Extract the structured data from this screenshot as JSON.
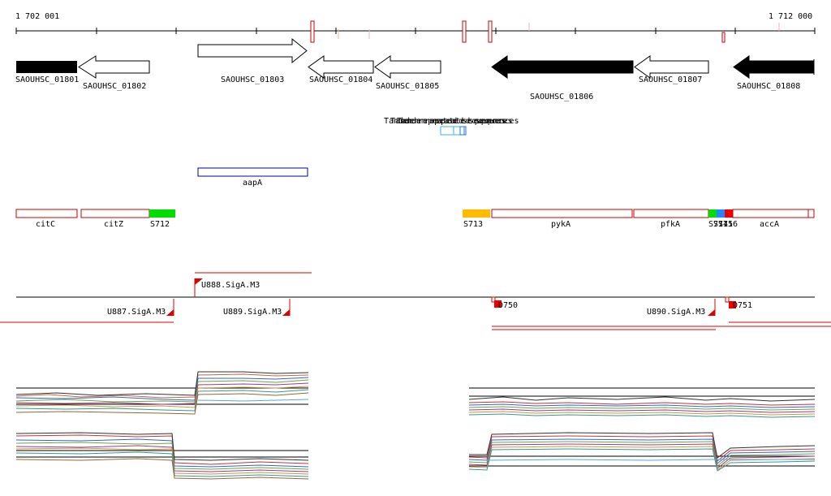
{
  "ruler": {
    "start_label": "1 702 001",
    "end_label": "1 712 000"
  },
  "colors": {
    "ruler": "#000000",
    "forward_gene": "#000000",
    "reverse_gene": "#000000",
    "annotation_box": "#cc0000",
    "aapA": "#0000aa",
    "repeat": "#33bbdd",
    "promoter": "#dd0000",
    "S712": "#00dd00",
    "S713": "#ffbb00",
    "S714": "#00dd00",
    "S715": "#2288ff",
    "S716": "#ee0000"
  },
  "locus_genes": [
    {
      "id": "SAOUHSC_01801",
      "label": "SAOUHSC_01801",
      "filled": true
    },
    {
      "id": "SAOUHSC_01802",
      "label": "SAOUHSC_01802",
      "filled": false
    },
    {
      "id": "SAOUHSC_01803",
      "label": "SAOUHSC_01803",
      "filled": false
    },
    {
      "id": "SAOUHSC_01804",
      "label": "SAOUHSC_01804",
      "filled": false
    },
    {
      "id": "SAOUHSC_01805",
      "label": "SAOUHSC_01805",
      "filled": false
    },
    {
      "id": "SAOUHSC_01806",
      "label": "SAOUHSC_01806",
      "filled": true
    },
    {
      "id": "SAOUHSC_01807",
      "label": "SAOUHSC_01807",
      "filled": false
    },
    {
      "id": "SAOUHSC_01808",
      "label": "SAOUHSC_01808",
      "filled": true
    }
  ],
  "repeat_label": "Tandem repeated sequences",
  "aapA_label": "aapA",
  "annotations": [
    "citC",
    "citZ",
    "S712",
    "S713",
    "pykA",
    "pfkA",
    "S714",
    "S715",
    "S716",
    "accA"
  ],
  "promoters": [
    "U888.SigA.M3",
    "U887.SigA.M3",
    "U889.SigA.M3",
    "D750",
    "U890.SigA.M3",
    "D751"
  ]
}
